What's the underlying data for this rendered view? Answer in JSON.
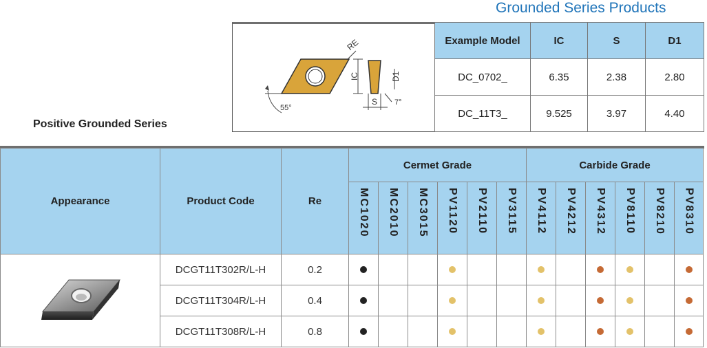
{
  "header": {
    "series_title": "Grounded Series Products"
  },
  "section": {
    "title": "Positive Grounded Series"
  },
  "diagram": {
    "label_re": "RE",
    "label_ic": "IC",
    "label_d1": "D1",
    "label_s": "S",
    "label_angle_55": "55°",
    "label_angle_7": "7°"
  },
  "spec_table": {
    "headers": [
      "Example Model",
      "IC",
      "S",
      "D1"
    ],
    "rows": [
      [
        "DC_0702_",
        "6.35",
        "2.38",
        "2.80"
      ],
      [
        "DC_11T3_",
        "9.525",
        "3.97",
        "4.40"
      ]
    ]
  },
  "main_table": {
    "col_appearance": "Appearance",
    "col_product_code": "Product Code",
    "col_re": "Re",
    "group_cermet": "Cermet Grade",
    "group_carbide": "Carbide Grade",
    "grades": [
      "MC1020",
      "MC2010",
      "MC3015",
      "PV1120",
      "PV2110",
      "PV3115",
      "PV4112",
      "PV4212",
      "PV4312",
      "PV8110",
      "PV8210",
      "PV8310"
    ],
    "rows": [
      {
        "code": "DCGT11T302R/L-H",
        "re": "0.2",
        "marks": [
          "black",
          "",
          "",
          "gold",
          "",
          "",
          "gold",
          "",
          "copper",
          "gold",
          "",
          "copper"
        ]
      },
      {
        "code": "DCGT11T304R/L-H",
        "re": "0.4",
        "marks": [
          "black",
          "",
          "",
          "gold",
          "",
          "",
          "gold",
          "",
          "copper",
          "gold",
          "",
          "copper"
        ]
      },
      {
        "code": "DCGT11T308R/L-H",
        "re": "0.8",
        "marks": [
          "black",
          "",
          "",
          "gold",
          "",
          "",
          "gold",
          "",
          "copper",
          "gold",
          "",
          "copper"
        ]
      }
    ]
  },
  "colors": {
    "header_bg": "#a5d3ef",
    "title_blue": "#1f74b9",
    "black": "#222222",
    "gold": "#e3c26a",
    "copper": "#c56a35"
  }
}
